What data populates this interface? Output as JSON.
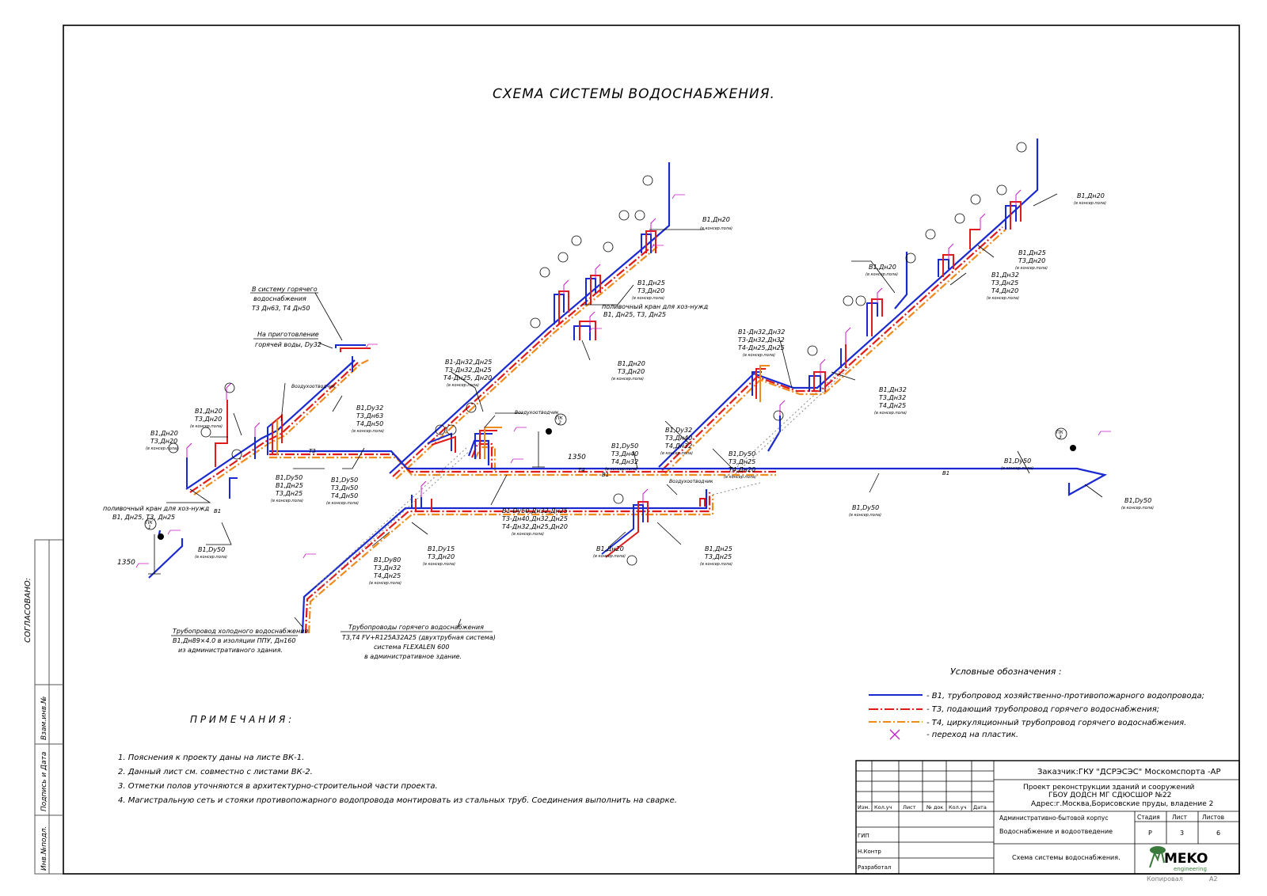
{
  "title": "СХЕМА   СИСТЕМЫ ВОДОСНАБЖЕНИЯ.",
  "colors": {
    "b1": "#1a2ad0",
    "t3": "#e01b1b",
    "t4": "#f08a1a",
    "plastic": "#c81ec8",
    "frame": "#000000"
  },
  "side_stamp": {
    "agreed": "СОГЛАСОВАНО:",
    "inv_no": "Взам.инв.№",
    "sign_date": "Подпись и Дата",
    "inv_podl": "Инв.№подл."
  },
  "labels": {
    "hot_supply": [
      "В систему горячего",
      "водоснабжения",
      "Т3 Дн63, Т4 Дн50"
    ],
    "hot_prep": [
      "На приготовление",
      "горячей воды, Dy32"
    ],
    "air_vent": "Воздухоотводчик",
    "watering_tap": [
      "поливочный кран для хоз-нужд",
      "В1, Дн25,  Т3,  Дн25"
    ],
    "cold_main": [
      "Трубопровод холодного водоснабжения",
      "В1,Дн89×4.0 в изоляции ППУ, Дн160",
      "из административного здания."
    ],
    "hot_main": [
      "Трубопроводы горячего водоснабжения",
      "Т3,Т4 FV+R125A32A25 (двухтрубная система)",
      "система FLEXALEN 600",
      "в административное здание."
    ],
    "pipe_b1": "В1",
    "pipe_t3": "Т3",
    "pipe_t4": "Т4",
    "height_1350": "1350",
    "pk1": [
      "ПК",
      "1"
    ],
    "pk2": [
      "ПК",
      "2"
    ],
    "pk3": [
      "ПК",
      "3"
    ]
  },
  "callouts": [
    [
      "В1,Dy32",
      "Т3,Дн63",
      "Т4,Дн50",
      "(в консер.пола)"
    ],
    [
      "В1,Dy50",
      "В1,Дн25",
      "Т3,Дн25",
      "(в консер.пола)"
    ],
    [
      "В1,Dy50",
      "Т3,Дн50",
      "Т4,Дн50",
      "(в консер.пола)"
    ],
    [
      "В1,Дн20",
      "Т3,Дн20",
      "(в консер.пола)"
    ],
    [
      "В1,Дн20",
      "Т3,Дн20",
      "(в консер.пола)"
    ],
    [
      "В1,Dy50",
      "(в консер.пола)"
    ],
    [
      "В1-Дн32,Дн25",
      "Т3-Дн32,Дн25",
      "Т4-Дн25, Дн20",
      "(в консер.пола)"
    ],
    [
      "В1,Дн25",
      "Т3,Дн20",
      "(в консер.пола)"
    ],
    [
      "В1,Дн20",
      "Т3,Дн20",
      "(в консер.пола)"
    ],
    [
      "В1,Дн20",
      "(в консер.пола)"
    ],
    [
      "поливочный кран для хоз-нужд",
      "В1, Дн25,  Т3, Дн25"
    ],
    [
      "В1-Dy50,Дн32,Дн25",
      "Т3-Дн40,Дн32,Дн25",
      "Т4-Дн32,Дн25,Дн20",
      "(в консер.пола)"
    ],
    [
      "В1,Dy15",
      "Т3,Дн20",
      "(в консер.пола)"
    ],
    [
      "В1,Dy80",
      "Т3,Дн32",
      "Т4,Дн25",
      "(в консер.пола)"
    ],
    [
      "В1,Dy50",
      "Т3,Дн40",
      "Т4,Дн32",
      "(в консер.пола)"
    ],
    [
      "В1,Dy32",
      "Т3,Дн40",
      "Т4,Дн32",
      "(в консер.пола)"
    ],
    [
      "В1,Dy50",
      "Т3,Дн25",
      "Т4,Дн20",
      "(в консер.пола)"
    ],
    [
      "В1,Дн20",
      "(в консер.пола)"
    ],
    [
      "В1,Дн25",
      "Т3,Дн25",
      "(в консер.пола)"
    ],
    [
      "В1-Дн32,Дн32",
      "Т3-Дн32,Дн32",
      "Т4-Дн25,Дн25",
      "(в консер.пола)"
    ],
    [
      "В1,Дн32",
      "Т3,Дн32",
      "Т4,Дн25",
      "(в консер.пола)"
    ],
    [
      "В1,Дн20",
      "(в консер.пола)"
    ],
    [
      "В1,Дн32",
      "Т3,Дн25",
      "Т4,Дн20",
      "(в консер.пола)"
    ],
    [
      "В1,Дн25",
      "Т3,Дн20",
      "(в консер.пола)"
    ],
    [
      "В1,Дн20",
      "(в консер.пола)"
    ],
    [
      "В1,Dy50",
      "(в консер.пола)"
    ],
    [
      "В1,Dy50",
      "(в консер.пола)"
    ],
    [
      "В1,Dy50",
      "(в консер.пола)"
    ]
  ],
  "legend": {
    "title": "Условные обозначения :",
    "items": [
      "-  В1,  трубопровод хозяйственно-противопожарного водопровода;",
      "-  Т3,    подающий трубопровод горячего водоснабжения;",
      "-  Т4,    циркуляционный трубопровод горячего водоснабжения.",
      "-  переход на пластик."
    ]
  },
  "notes": {
    "title": "П Р И М Е Ч А Н И Я :",
    "items": [
      "1. Пояснения к проекту даны на листе ВК-1.",
      "2. Данный лист см. совместно с листами ВК-2.",
      "3. Отметки полов уточняются в архитектурно-строительной части проекта.",
      "4. Магистральную сеть и стояки противопожарного водопровода монтировать из стальных труб. Соединения выполнить на сварке."
    ]
  },
  "title_block": {
    "customer": "Заказчик:ГКУ \"ДСРЭСЭС\" Москомспорта -АР",
    "project": [
      "Проект реконструкции зданий и сооружений",
      "ГБОУ ДОДСН МГ СДЮСШОР №22",
      "Адрес:г.Москва,Борисовские пруды, владение 2"
    ],
    "building": "Административно-бытовой корпус",
    "section": "Водоснабжение и водоотведение",
    "sheet_name": "Схема системы водоснабжения.",
    "head_cols": [
      "Изм.",
      "Кол.уч",
      "Лист",
      "№ док",
      "Кол.уч",
      "Дата"
    ],
    "roles": [
      "ГИП",
      "Н.Контр",
      "Разработал"
    ],
    "stage_label": "Стадия",
    "sheet_label": "Лист",
    "sheets_label": "Листов",
    "stage": "Р",
    "sheet": "3",
    "sheets": "6",
    "logo": "MEKO",
    "logo_sub": "engineering",
    "copied": "Копировал",
    "format": "А2"
  }
}
